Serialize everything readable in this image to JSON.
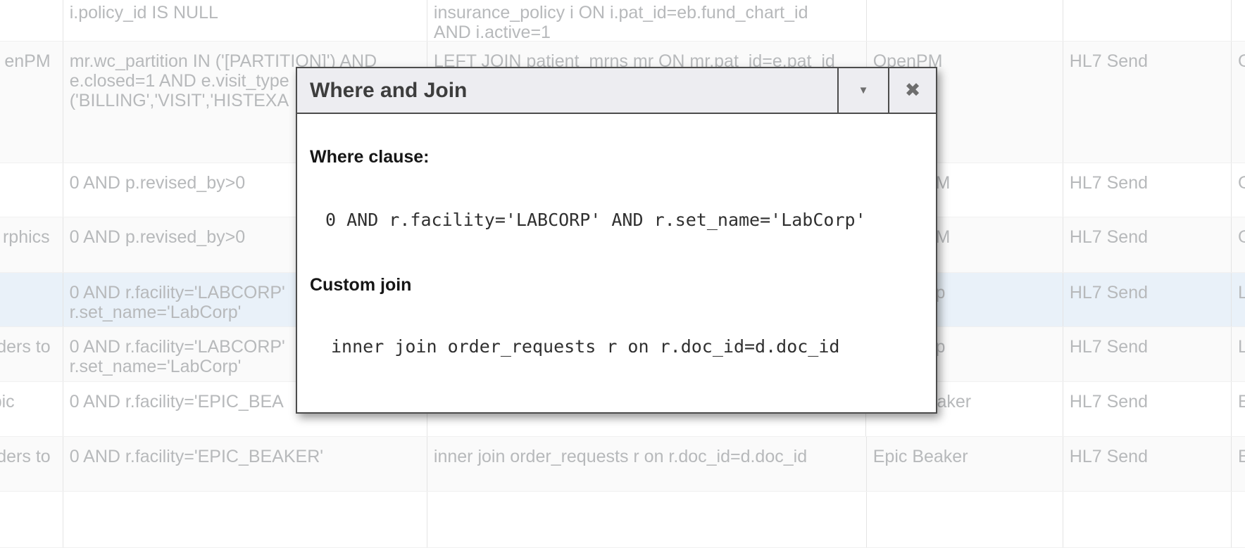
{
  "modal": {
    "title": "Where and Join",
    "collapse_icon": "▼",
    "close_icon": "✖",
    "where_label": "Where clause:",
    "where_value": "0 AND r.facility='LABCORP' AND r.set_name='LabCorp'",
    "join_label": "Custom join",
    "join_value": "inner join order_requests r on r.doc_id=d.doc_id"
  },
  "table": {
    "rows": [
      {
        "name": "",
        "where": "i.policy_id IS NULL",
        "join": "insurance_policy i ON i.pat_id=eb.fund_chart_id\nAND i.active=1",
        "system": "",
        "send": "",
        "extra": "",
        "selected": false
      },
      {
        "name": "enPM",
        "where": "mr.wc_partition IN ('[PARTITION]') AND\ne.closed=1 AND e.visit_type\n('BILLING','VISIT','HISTEXA",
        "join": "LEFT JOIN patient_mrns mr ON mr.pat_id=e.pat_id",
        "system": "OpenPM",
        "send": "HL7 Send",
        "extra": "O",
        "selected": false
      },
      {
        "name": "",
        "where": "0 AND p.revised_by>0",
        "join": "",
        "system": "M",
        "send": "HL7 Send",
        "extra": "O",
        "selected": false
      },
      {
        "name": "rphics",
        "where": "0 AND p.revised_by>0",
        "join": "",
        "system": "M",
        "send": "HL7 Send",
        "extra": "O",
        "selected": false
      },
      {
        "name": "",
        "where": "0 AND r.facility='LABCORP'\nr.set_name='LabCorp'",
        "join": "",
        "system": "p",
        "send": "HL7 Send",
        "extra": "L",
        "selected": true
      },
      {
        "name": "ders to",
        "where": "0 AND r.facility='LABCORP'\nr.set_name='LabCorp'",
        "join": "",
        "system": "p",
        "send": "HL7 Send",
        "extra": "L",
        "selected": false
      },
      {
        "name": "pic",
        "where": "0 AND r.facility='EPIC_BEA",
        "join": "",
        "system": "aker",
        "send": "HL7 Send",
        "extra": "E",
        "selected": false
      },
      {
        "name": "ders to",
        "where": "0 AND r.facility='EPIC_BEAKER'",
        "join": "inner join order_requests r on r.doc_id=d.doc_id",
        "system": "Epic Beaker",
        "send": "HL7 Send",
        "extra": "E",
        "selected": false
      },
      {
        "name": "",
        "where": "",
        "join": "",
        "system": "",
        "send": "",
        "extra": "",
        "selected": false
      }
    ]
  }
}
